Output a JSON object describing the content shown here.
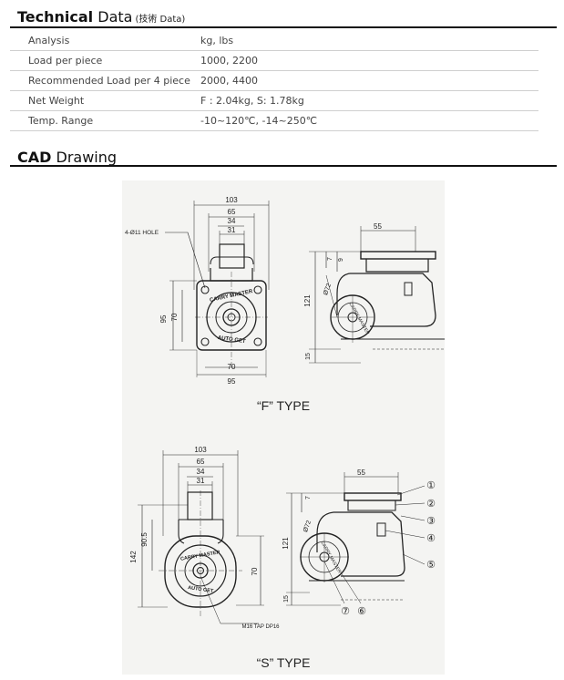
{
  "technical": {
    "title_bold": "Technical",
    "title_rest": " Data",
    "subtitle": "(技術 Data)",
    "rows": [
      {
        "label": "Analysis",
        "value": "kg, lbs"
      },
      {
        "label": "Load per piece",
        "value": "1000, 2200"
      },
      {
        "label": "Recommended Load per 4 piece",
        "value": "2000, 4400"
      },
      {
        "label": "Net Weight",
        "value": "F : 2.04kg, S: 1.78kg"
      },
      {
        "label": "Temp. Range",
        "value": "-10~120℃, -14~250℃"
      }
    ]
  },
  "cad": {
    "title_bold": "CAD",
    "title_rest": " Drawing",
    "f_type": {
      "caption": "“F” TYPE",
      "hole_note": "4-Ø11 HOLE",
      "front_dims": {
        "overall_top": "103",
        "d65": "65",
        "d34": "34",
        "d31": "31",
        "height": "95",
        "inner": "70",
        "bottom_inner": "70",
        "bottom": "95"
      },
      "side_dims": {
        "top": "55",
        "d7": "7",
        "d9": "9",
        "wheel": "Ø72",
        "height": "121",
        "base": "15"
      },
      "plate_text_top": "CARRY MASTER",
      "plate_text_bottom": "AUTO GET",
      "wheel_text": "CARRY MASTER"
    },
    "s_type": {
      "caption": "“S” TYPE",
      "tap_note": "M16 TAP DP16",
      "front_dims": {
        "overall_top": "103",
        "d65": "65",
        "d34": "34",
        "d31": "31",
        "outer": "142",
        "mid": "90.5",
        "inner": "70"
      },
      "side_dims": {
        "top": "55",
        "d7": "7",
        "wheel": "Ø72",
        "height": "121",
        "base": "15"
      },
      "plate_text_top": "CARRY MASTER",
      "plate_text_bottom": "AUTO GET",
      "wheel_text": "CARRY MASTER",
      "callouts": [
        "①",
        "②",
        "③",
        "④",
        "⑤",
        "⑦",
        "⑥"
      ]
    }
  }
}
